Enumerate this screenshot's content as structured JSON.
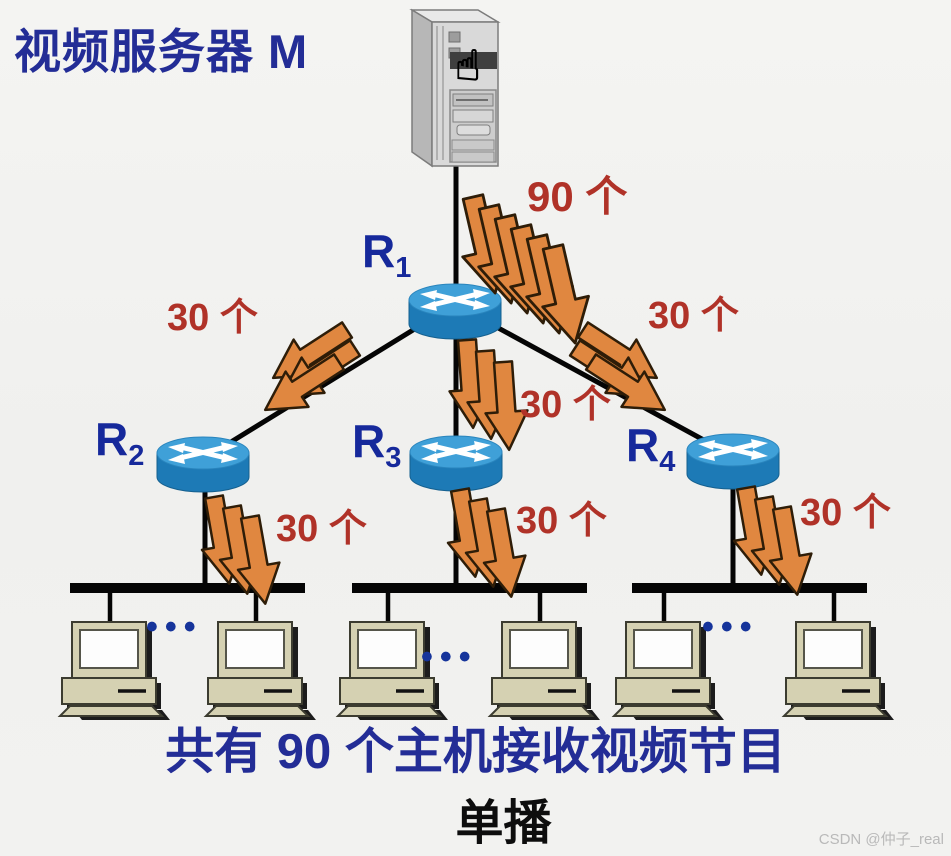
{
  "diagram_title": "视频服务器 M",
  "server": {
    "label": "视频服务器 M",
    "icon": "server-tower-icon",
    "cursor_glyph": "☝"
  },
  "routers": [
    {
      "id": "R1",
      "base": "R",
      "sub": "1"
    },
    {
      "id": "R2",
      "base": "R",
      "sub": "2"
    },
    {
      "id": "R3",
      "base": "R",
      "sub": "3"
    },
    {
      "id": "R4",
      "base": "R",
      "sub": "4"
    }
  ],
  "flows": {
    "server_to_r1": "90 个",
    "r1_to_r2": "30 个",
    "r1_to_r3": "30 个",
    "r1_to_r4": "30 个",
    "r2_to_lan": "30 个",
    "r3_to_lan": "30 个",
    "r4_to_lan": "30 个"
  },
  "lans": {
    "ellipsis": "•••"
  },
  "caption": "共有 90 个主机接收视频节目",
  "mode_label": "单播",
  "watermark": "CSDN @仲子_real",
  "colors": {
    "title_blue": "#232d96",
    "router_label_blue": "#16299b",
    "count_red": "#b03228",
    "arrow_orange": "#e08740",
    "router_top_blue": "#3fa0d8",
    "router_body_blue": "#1d7ab6",
    "host_beige": "#d5d1b2",
    "line_black": "#050505"
  }
}
